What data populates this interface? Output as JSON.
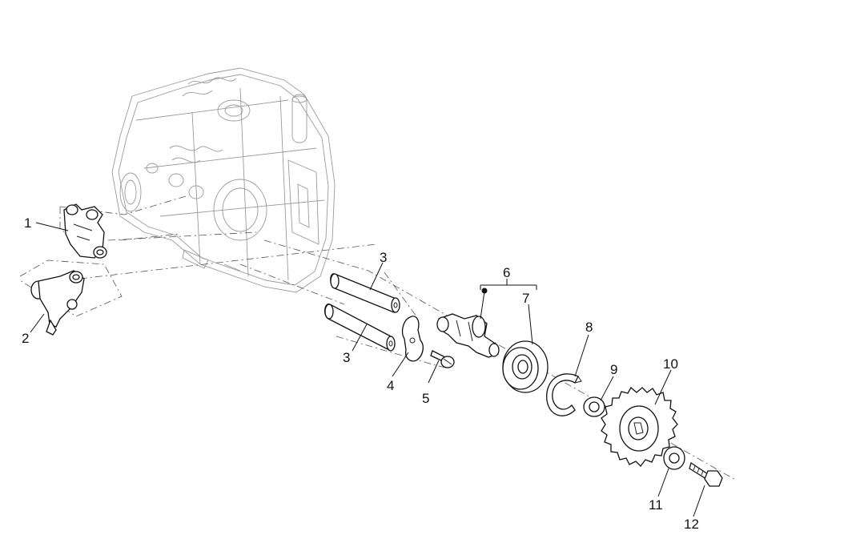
{
  "diagram": {
    "callouts": [
      {
        "id": "1",
        "text": "1"
      },
      {
        "id": "2",
        "text": "2"
      },
      {
        "id": "3a",
        "text": "3"
      },
      {
        "id": "3b",
        "text": "3"
      },
      {
        "id": "4",
        "text": "4"
      },
      {
        "id": "5",
        "text": "5"
      },
      {
        "id": "6",
        "text": "6"
      },
      {
        "id": "7",
        "text": "7"
      },
      {
        "id": "8",
        "text": "8"
      },
      {
        "id": "9",
        "text": "9"
      },
      {
        "id": "10",
        "text": "10"
      },
      {
        "id": "11",
        "text": "11"
      },
      {
        "id": "12",
        "text": "12"
      }
    ]
  }
}
